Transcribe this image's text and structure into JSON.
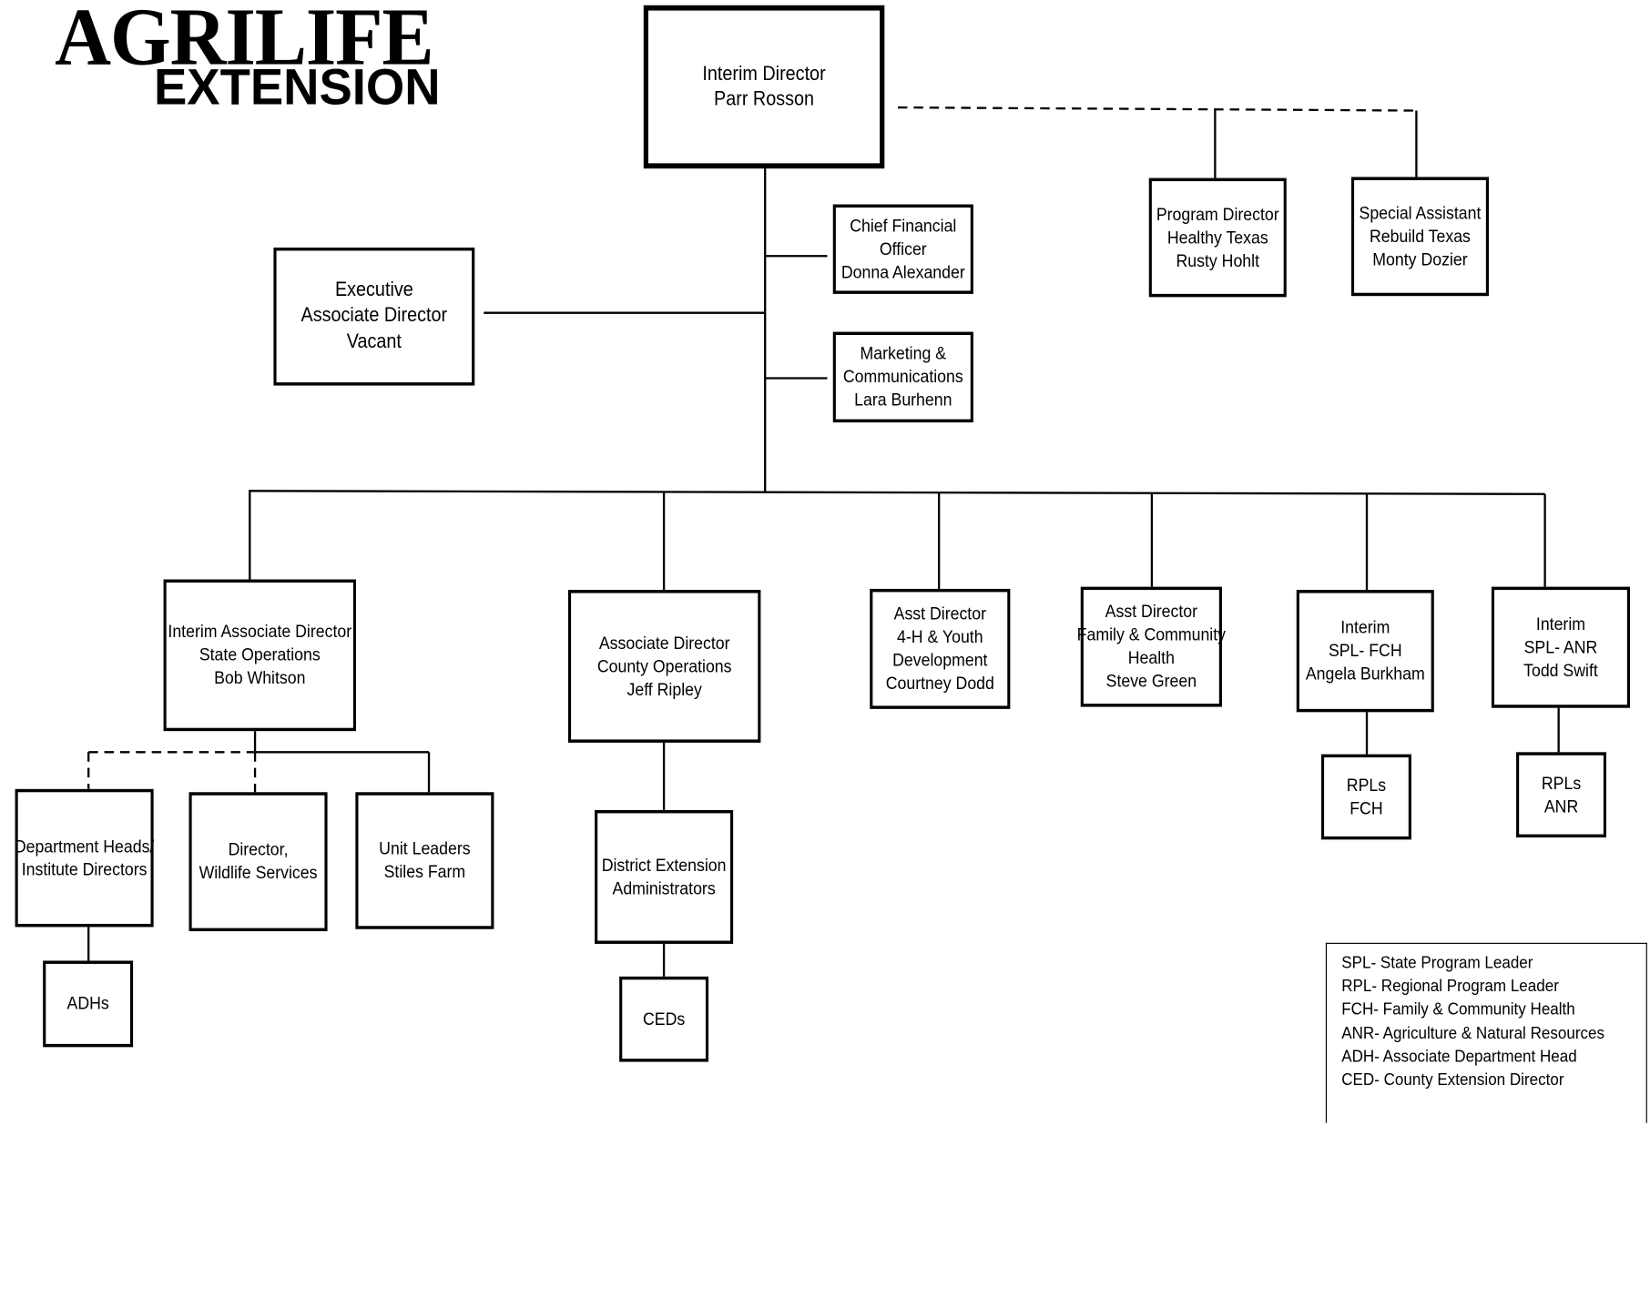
{
  "logo": {
    "line1": "AGRILIFE",
    "line2": "EXTENSION"
  },
  "nodes": {
    "director": [
      "Interim Director",
      "Parr Rosson"
    ],
    "cfo": [
      "Chief Financial",
      "Officer",
      "Donna Alexander"
    ],
    "marketing": [
      "Marketing &",
      "Communications",
      "Lara Burhenn"
    ],
    "exec_assoc": [
      "Executive",
      "Associate Director",
      "Vacant"
    ],
    "program_director": [
      "Program Director",
      "Healthy Texas",
      "Rusty Hohlt"
    ],
    "special_assistant": [
      "Special Assistant",
      "Rebuild Texas",
      "Monty Dozier"
    ],
    "state_ops": [
      "Interim Associate Director",
      "State Operations",
      "Bob Whitson"
    ],
    "county_ops": [
      "Associate Director",
      "County Operations",
      "Jeff Ripley"
    ],
    "asst_4h": [
      "Asst Director",
      "4-H & Youth",
      "Development",
      "Courtney Dodd"
    ],
    "asst_fch": [
      "Asst Director",
      "Family & Community",
      "Health",
      "Steve Green"
    ],
    "spl_fch": [
      "Interim",
      "SPL- FCH",
      "Angela Burkham"
    ],
    "spl_anr": [
      "Interim",
      "SPL- ANR",
      "Todd Swift"
    ],
    "dept_heads": [
      "Department Heads/",
      "Institute Directors"
    ],
    "wildlife": [
      "Director,",
      "Wildlife Services"
    ],
    "unit_leaders": [
      "Unit Leaders",
      "Stiles Farm"
    ],
    "adhs": [
      "ADHs"
    ],
    "district": [
      "District Extension",
      "Administrators"
    ],
    "ceds": [
      "CEDs"
    ],
    "rpl_fch": [
      "RPLs",
      "FCH"
    ],
    "rpl_anr": [
      "RPLs",
      "ANR"
    ]
  },
  "legend": [
    "SPL- State Program Leader",
    "RPL- Regional Program Leader",
    "FCH- Family & Community Health",
    "ANR- Agriculture & Natural Resources",
    "ADH- Associate Department Head",
    "CED- County Extension Director"
  ]
}
